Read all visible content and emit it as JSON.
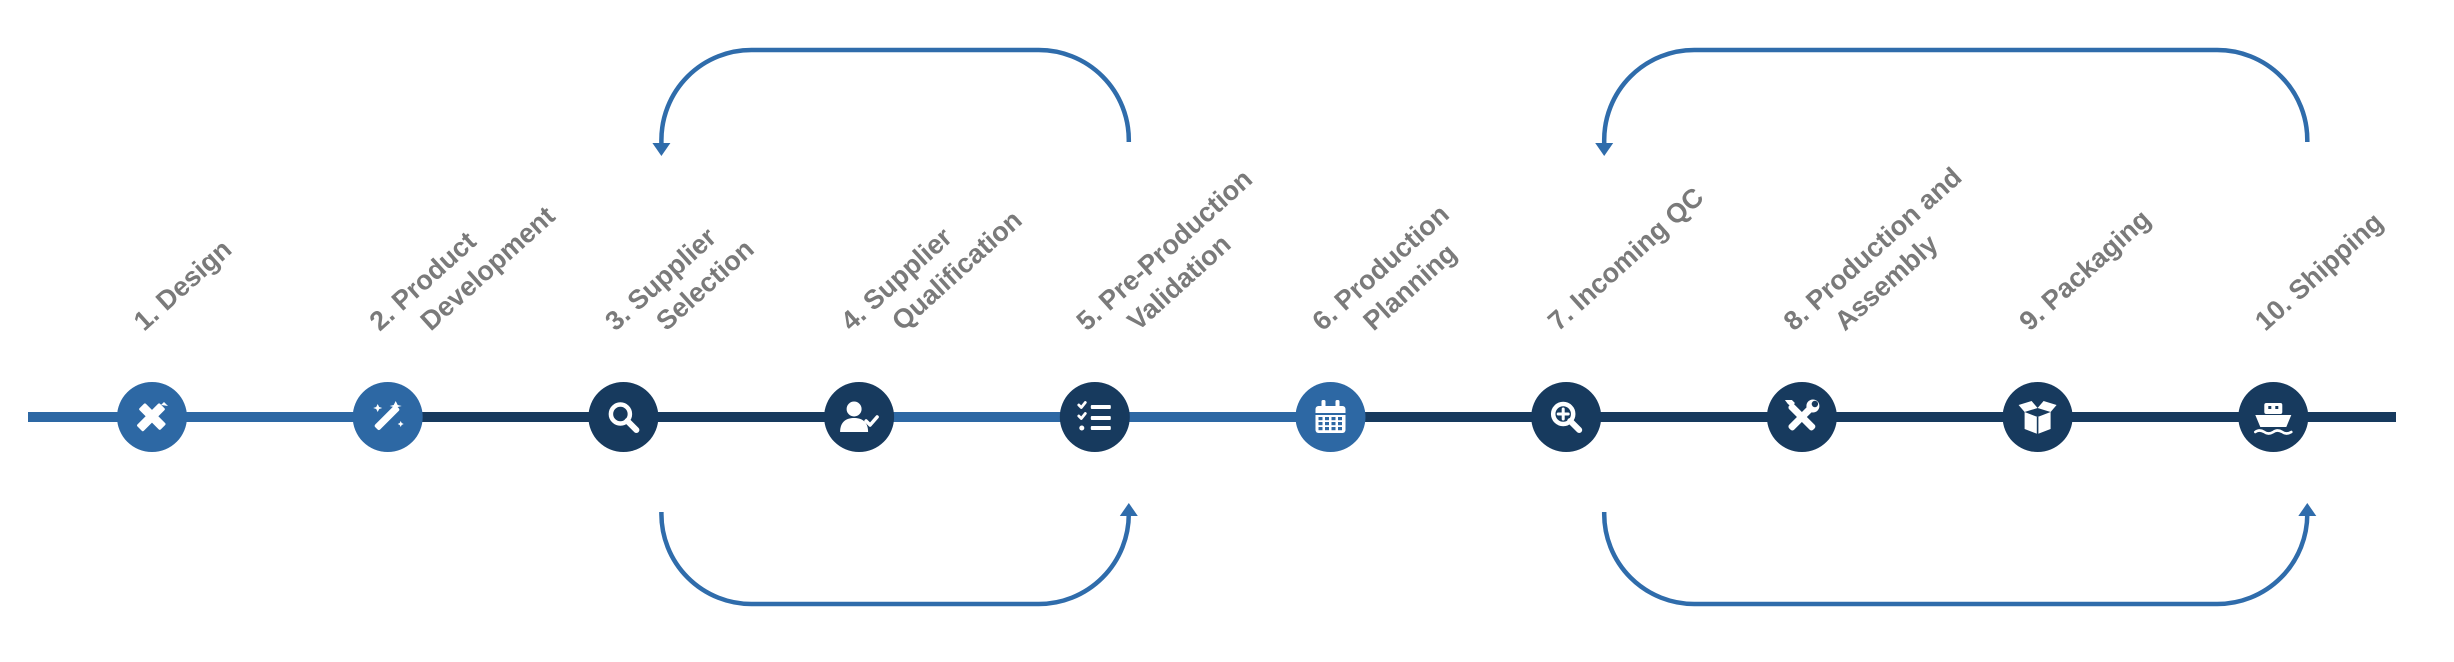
{
  "colors": {
    "light_blue": "#2d68a4",
    "dark_navy": "#173a5e",
    "arrow_blue": "#2f6cab",
    "label_gray": "#7a7a7a",
    "background": "#ffffff"
  },
  "timeline": {
    "segment_colors": [
      "light_blue",
      "light_blue",
      "dark_navy",
      "dark_navy",
      "light_blue",
      "light_blue",
      "dark_navy",
      "dark_navy",
      "dark_navy",
      "dark_navy",
      "dark_navy"
    ],
    "steps": [
      {
        "lines": [
          "1. Design"
        ],
        "icon": "pencil-ruler-icon",
        "color": "light_blue"
      },
      {
        "lines": [
          "2. Product",
          "Development"
        ],
        "icon": "magic-wand-icon",
        "color": "light_blue"
      },
      {
        "lines": [
          "3. Supplier",
          "Selection"
        ],
        "icon": "search-icon",
        "color": "dark_navy"
      },
      {
        "lines": [
          "4. Supplier",
          "Qualification"
        ],
        "icon": "user-check-icon",
        "color": "dark_navy"
      },
      {
        "lines": [
          "5. Pre-Production",
          "Validation"
        ],
        "icon": "checklist-icon",
        "color": "dark_navy"
      },
      {
        "lines": [
          "6. Production",
          "Planning"
        ],
        "icon": "calendar-icon",
        "color": "light_blue"
      },
      {
        "lines": [
          "7. Incoming QC"
        ],
        "icon": "zoom-in-icon",
        "color": "dark_navy"
      },
      {
        "lines": [
          "8. Production and",
          "Assembly"
        ],
        "icon": "tools-icon",
        "color": "dark_navy"
      },
      {
        "lines": [
          "9. Packaging"
        ],
        "icon": "open-box-icon",
        "color": "dark_navy"
      },
      {
        "lines": [
          "10. Shipping"
        ],
        "icon": "ship-icon",
        "color": "dark_navy"
      }
    ]
  },
  "loops": [
    {
      "from_step": 5,
      "to_step": 3,
      "position": "top"
    },
    {
      "from_step": 3,
      "to_step": 5,
      "position": "bottom"
    },
    {
      "from_step": 10,
      "to_step": 7,
      "position": "top"
    },
    {
      "from_step": 7,
      "to_step": 10,
      "position": "bottom"
    }
  ]
}
